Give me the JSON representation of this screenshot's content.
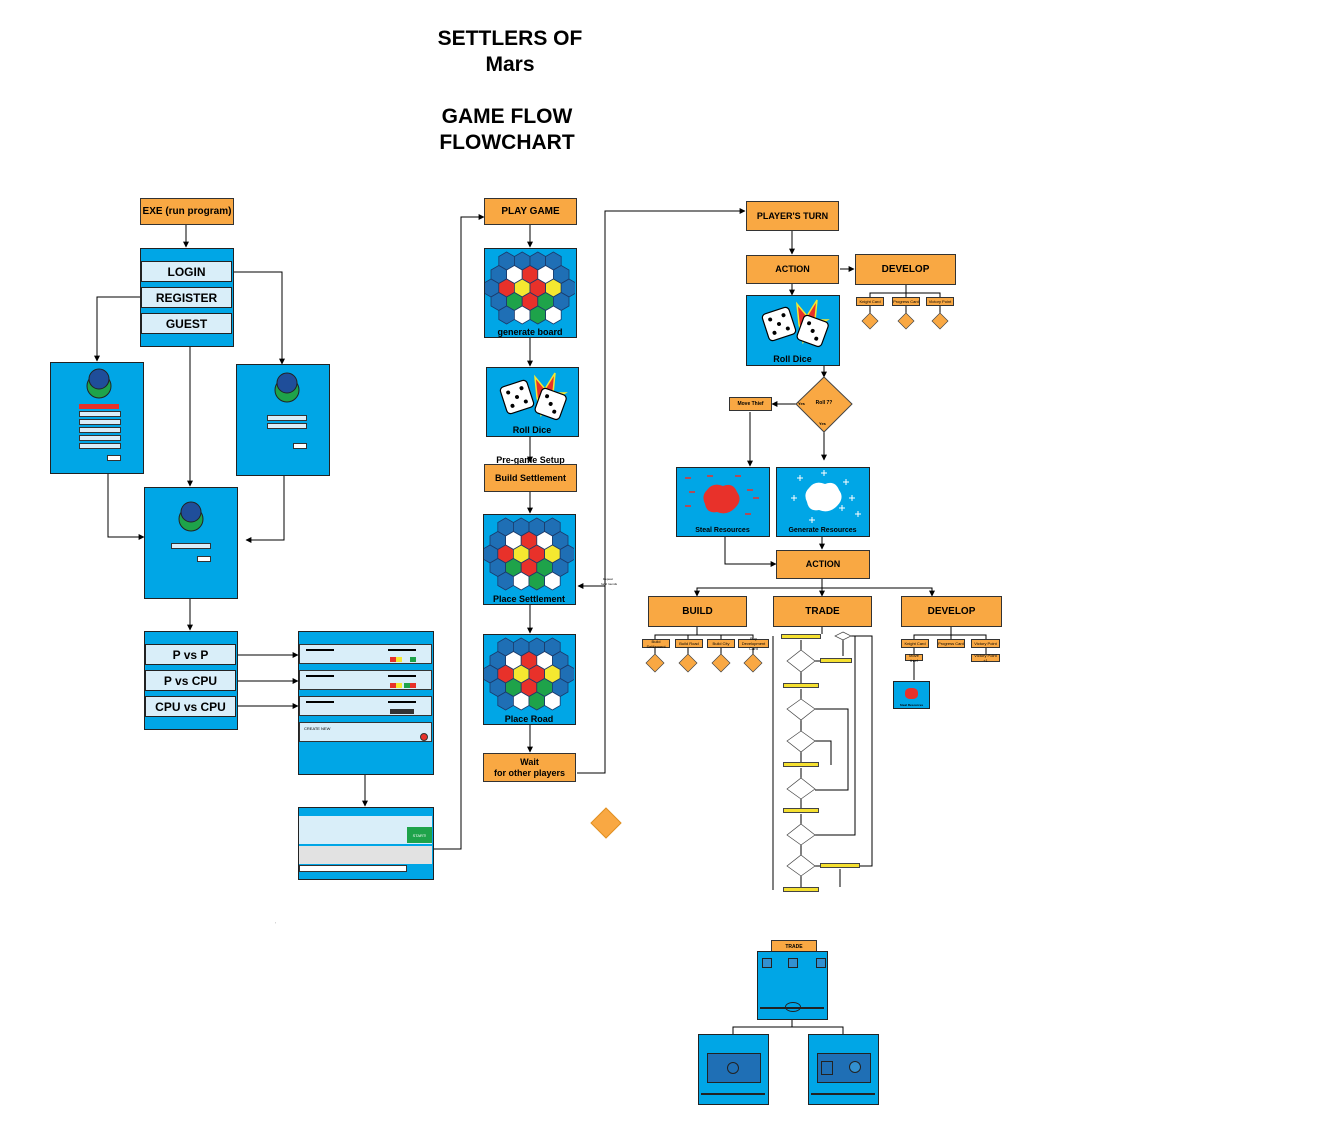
{
  "title": {
    "line1": "SETTLERS OF",
    "line2": "Mars",
    "line3": "GAME FLOW",
    "line4": "FLOWCHART"
  },
  "left": {
    "exe": "EXE (run program)",
    "menu": [
      "LOGIN",
      "REGISTER",
      "GUEST"
    ],
    "modes": [
      "P vs P",
      "P vs CPU",
      "CPU vs CPU"
    ],
    "lobby_note": "CREATE NEW",
    "start_button": "START!"
  },
  "middle": {
    "play_game": "PLAY GAME",
    "generate_board": "generate board",
    "roll_dice": "Roll Dice",
    "pregame": "Pre-game Setup",
    "build_settlement": "Build Settlement",
    "place_settlement": "Place Settlement",
    "place_road": "Place Road",
    "wait_line1": "Wait",
    "wait_line2": "for other players"
  },
  "right": {
    "players_turn": "PLAYER'S TURN",
    "action": "ACTION",
    "develop": "DEVELOP",
    "develop_cards": [
      "Knight Card",
      "Progress Card",
      "Victory Point"
    ],
    "roll_dice": "Roll Dice",
    "roll7": "Roll 7?",
    "yes": "Yes",
    "move_thief": "Move Thief",
    "steal": "Steal Resources",
    "generate": "Generate Resources",
    "action2": "ACTION",
    "build": "BUILD",
    "trade": "TRADE",
    "develop2": "DEVELOP",
    "build_items": [
      "Build Settlement",
      "Build Road",
      "Build City",
      "Buy Development Card"
    ],
    "develop2_items": [
      "Knight Card",
      "Progress Card",
      "Victory Point"
    ],
    "knight_sub": "Move thief",
    "victory_sub": "Victory Point +1",
    "steal_small": "Steal Resources",
    "trade_small": "TRADE"
  },
  "colors": {
    "orange": "#f9a843",
    "blue": "#00a6e6",
    "light": "#d9eef9",
    "red": "#e8312a",
    "yellow": "#f5e830",
    "green": "#1ea34a",
    "hexblue": "#1f6fb5"
  }
}
